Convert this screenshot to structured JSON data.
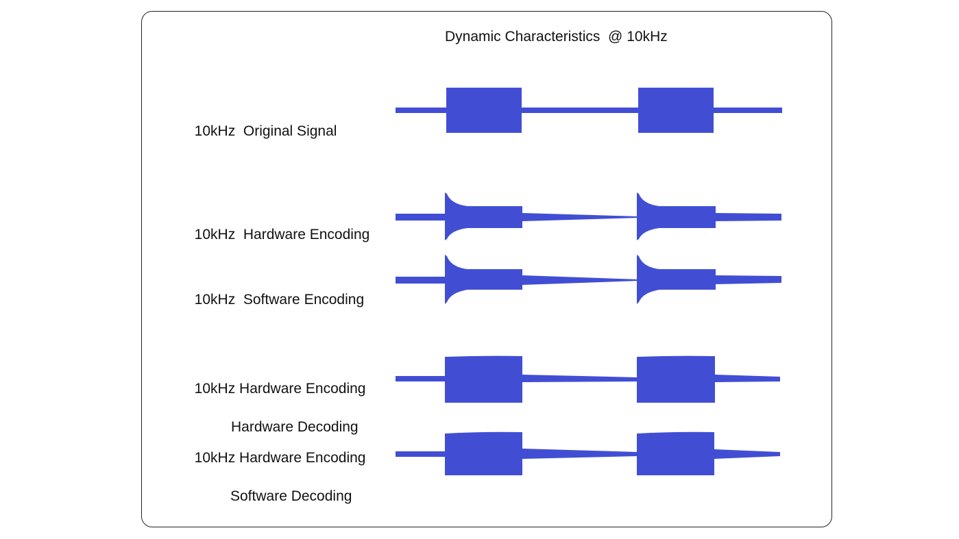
{
  "title": "Dynamic Characteristics  @ 10kHz",
  "accent_color": "#414ed4",
  "signals": [
    {
      "line1": "10kHz  Original Signal",
      "line2": ""
    },
    {
      "line1": "10kHz  Hardware Encoding",
      "line2": ""
    },
    {
      "line1": "10kHz  Software Encoding",
      "line2": ""
    },
    {
      "line1": "10kHz Hardware Encoding",
      "line2": "Hardware Decoding"
    },
    {
      "line1": "10kHz Hardware Encoding",
      "line2": "Software Decoding"
    }
  ]
}
